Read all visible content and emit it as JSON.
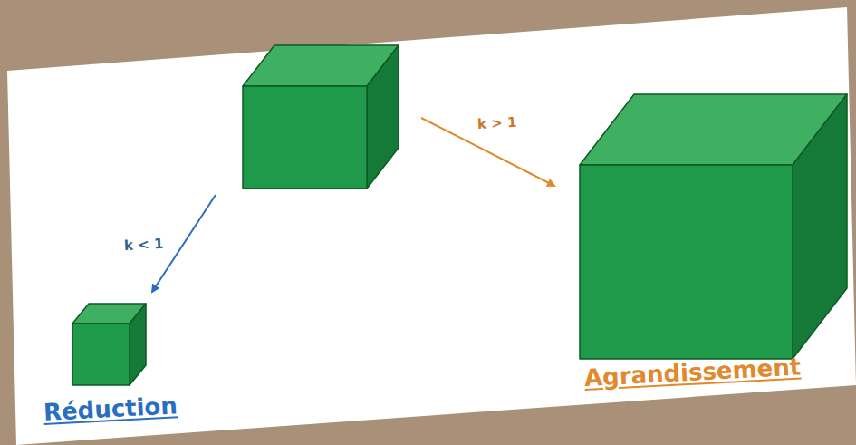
{
  "diagram": {
    "labels": [
      "k > 1",
      "k < 1",
      "Réduction",
      "Agrandissement"
    ]
  }
}
